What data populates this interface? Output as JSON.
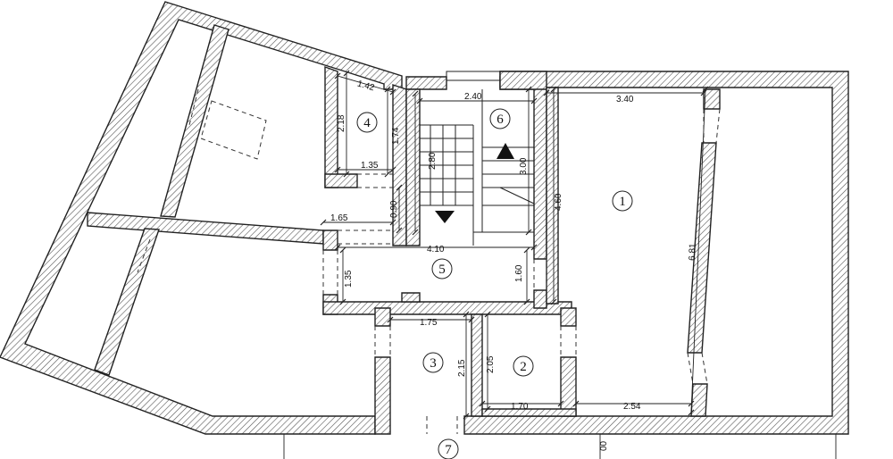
{
  "rooms": [
    {
      "number": "1"
    },
    {
      "number": "2"
    },
    {
      "number": "3"
    },
    {
      "number": "4"
    },
    {
      "number": "5"
    },
    {
      "number": "6"
    },
    {
      "number": "7"
    }
  ],
  "dimensions": {
    "room4_top": "1.42",
    "room4_left": "2.18",
    "room4_right": "1.74",
    "room4_bottom": "1.35",
    "corridor_opening": "0.90",
    "corridor_top": "1.65",
    "stair_top": "2.40",
    "stair_height": "2.80",
    "stair_right": "3.00",
    "room1_top": "3.40",
    "room1_left": "4.60",
    "room1_right": "6.81",
    "room5_top": "4.10",
    "room5_left": "1.35",
    "room5_right": "1.60",
    "room3_top": "1.75",
    "room3_right": "2.15",
    "room2_left": "2.05",
    "room2_bottom": "1.70",
    "room1_bottom": "2.54",
    "edge_label": "00"
  }
}
